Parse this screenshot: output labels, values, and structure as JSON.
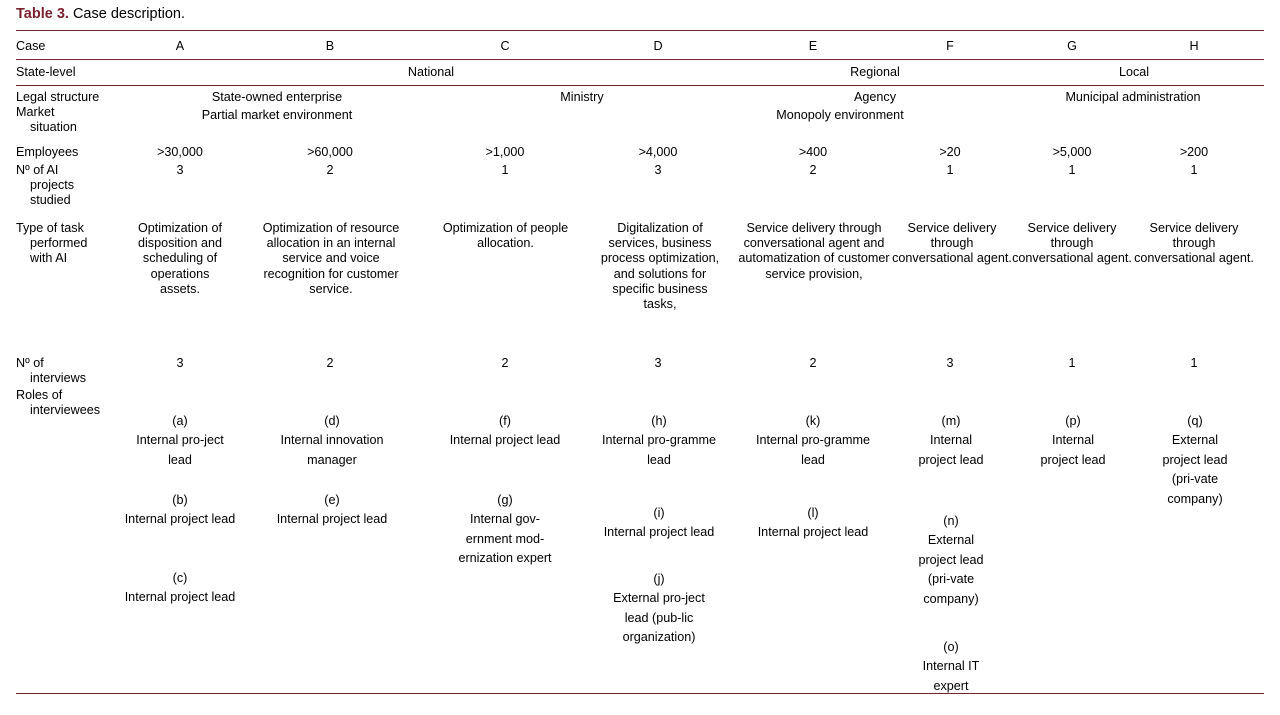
{
  "caption": {
    "label": "Table 3.",
    "text": " Case description.",
    "accent_color": "#7a2230"
  },
  "rule_color": "#7a2230",
  "columns": {
    "header_label": "Case",
    "ids": [
      "A",
      "B",
      "C",
      "D",
      "E",
      "F",
      "G",
      "H"
    ]
  },
  "rows": {
    "state_level": {
      "label": "State-level",
      "groups": [
        "National",
        "Regional",
        "Local"
      ]
    },
    "legal_structure": {
      "label": "Legal structure",
      "groups": [
        "State-owned enterprise",
        "Ministry",
        "Agency",
        "Municipal administration"
      ]
    },
    "market_situation": {
      "label_line1": "Market",
      "label_line2": "situation",
      "groups": [
        "Partial market environment",
        "Monopoly environment"
      ]
    },
    "employees": {
      "label": "Employees",
      "values": [
        ">30,000",
        ">60,000",
        ">1,000",
        ">4,000",
        ">400",
        ">20",
        ">5,000",
        ">200"
      ]
    },
    "ai_projects": {
      "label_line1": "Nº of AI",
      "label_line2": "projects",
      "label_line3": "studied",
      "values": [
        "3",
        "2",
        "1",
        "3",
        "2",
        "1",
        "1",
        "1"
      ]
    },
    "task_type": {
      "label_line1": "Type of task",
      "label_line2": "performed",
      "label_line3": "with AI",
      "values": [
        "Optimization of disposition and scheduling of operations assets.",
        "Optimization of resource allocation in an internal service and voice recognition for customer service.",
        "Optimization of people allocation.",
        "Digitalization of services, business process optimization, and solutions for specific business tasks,",
        "Service delivery through conversational agent and automatization of customer service provision,",
        "Service delivery through conversational agent.",
        "Service delivery through conversational agent.",
        "Service delivery through conversational agent."
      ]
    },
    "interviews": {
      "label_line1": "Nº of",
      "label_line2": "interviews",
      "values": [
        "3",
        "2",
        "2",
        "3",
        "2",
        "3",
        "1",
        "1"
      ]
    },
    "roles": {
      "label_line1": "Roles of",
      "label_line2": "interviewees",
      "values": [
        [
          {
            "id": "(a)",
            "text": "Internal pro-ject lead"
          },
          {
            "id": "(b)",
            "text": "Internal project lead"
          },
          {
            "id": "(c)",
            "text": "Internal project lead"
          }
        ],
        [
          {
            "id": "(d)",
            "text": "Internal innovation manager"
          },
          {
            "id": "(e)",
            "text": "Internal project lead"
          }
        ],
        [
          {
            "id": "(f)",
            "text": "Internal project lead"
          },
          {
            "id": "(g)",
            "text": "Internal gov-ernment mod-ernization expert"
          }
        ],
        [
          {
            "id": "(h)",
            "text": "Internal pro-gramme lead"
          },
          {
            "id": "(i)",
            "text": "Internal project lead"
          },
          {
            "id": "(j)",
            "text": "External pro-ject lead (pub-lic organization)"
          }
        ],
        [
          {
            "id": "(k)",
            "text": "Internal pro-gramme lead"
          },
          {
            "id": "(l)",
            "text": "Internal project lead"
          }
        ],
        [
          {
            "id": "(m)",
            "text": "Internal project lead"
          },
          {
            "id": "(n)",
            "text": "External project lead (pri-vate company)"
          },
          {
            "id": "(o)",
            "text": "Internal IT expert"
          }
        ],
        [
          {
            "id": "(p)",
            "text": "Internal project lead"
          }
        ],
        [
          {
            "id": "(q)",
            "text": "External project lead (pri-vate company)"
          }
        ]
      ]
    }
  }
}
